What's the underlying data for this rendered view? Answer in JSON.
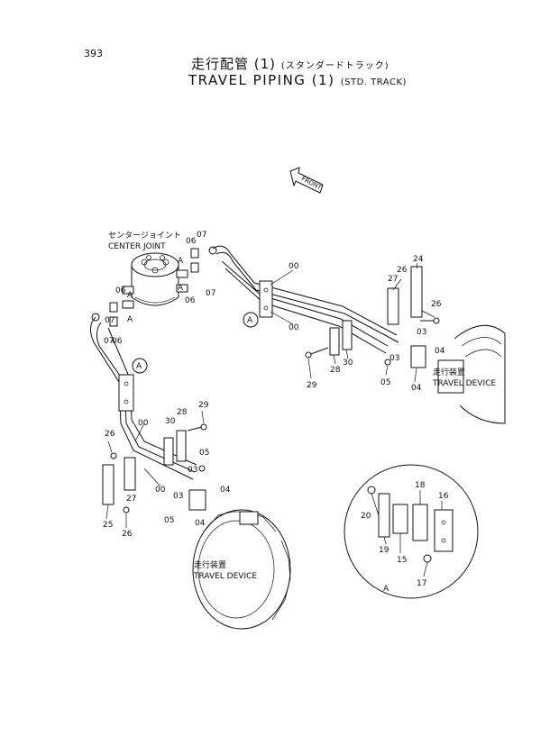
{
  "page": {
    "number": "393"
  },
  "title": {
    "ja": "走行配管 (1)",
    "ja_sub": "(スタンダードトラック)",
    "en": "TRAVEL PIPING (1)",
    "en_sub": "(STD. TRACK)"
  },
  "front_label": "FRONT",
  "center_joint": {
    "ja": "センタージョイント",
    "en": "CENTER JOINT"
  },
  "travel_device": {
    "ja": "走行装置",
    "en": "TRAVEL DEVICE"
  },
  "view_marker": "A",
  "part_numbers": [
    "00",
    "03",
    "04",
    "05",
    "06",
    "07",
    "15",
    "16",
    "17",
    "18",
    "19",
    "20",
    "24",
    "25",
    "26",
    "27",
    "28",
    "29",
    "30"
  ]
}
